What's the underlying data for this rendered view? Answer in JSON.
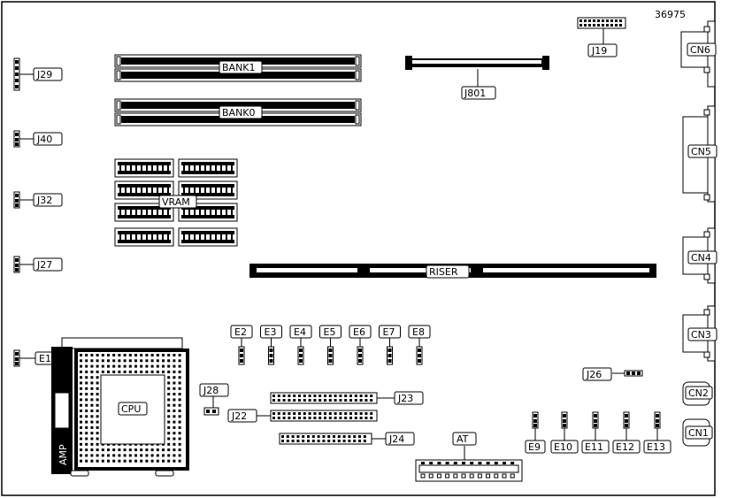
{
  "diagram": {
    "figure_number": "36975",
    "labels": {
      "bank1": "BANK1",
      "bank0": "BANK0",
      "j801": "J801",
      "j19": "J19",
      "j29": "J29",
      "j40": "J40",
      "j32": "J32",
      "j27": "J27",
      "vram": "VRAM",
      "riser": "RISER",
      "cn6": "CN6",
      "cn5": "CN5",
      "cn4": "CN4",
      "cn3": "CN3",
      "cn2": "CN2",
      "cn1": "CN1",
      "e1": "E1",
      "e2": "E2",
      "e3": "E3",
      "e4": "E4",
      "e5": "E5",
      "e6": "E6",
      "e7": "E7",
      "e8": "E8",
      "e9": "E9",
      "e10": "E10",
      "e11": "E11",
      "e12": "E12",
      "e13": "E13",
      "j26": "J26",
      "j28": "J28",
      "j22": "J22",
      "j23": "J23",
      "j24": "J24",
      "cpu": "CPU",
      "amp": "AMP",
      "at": "AT"
    }
  }
}
